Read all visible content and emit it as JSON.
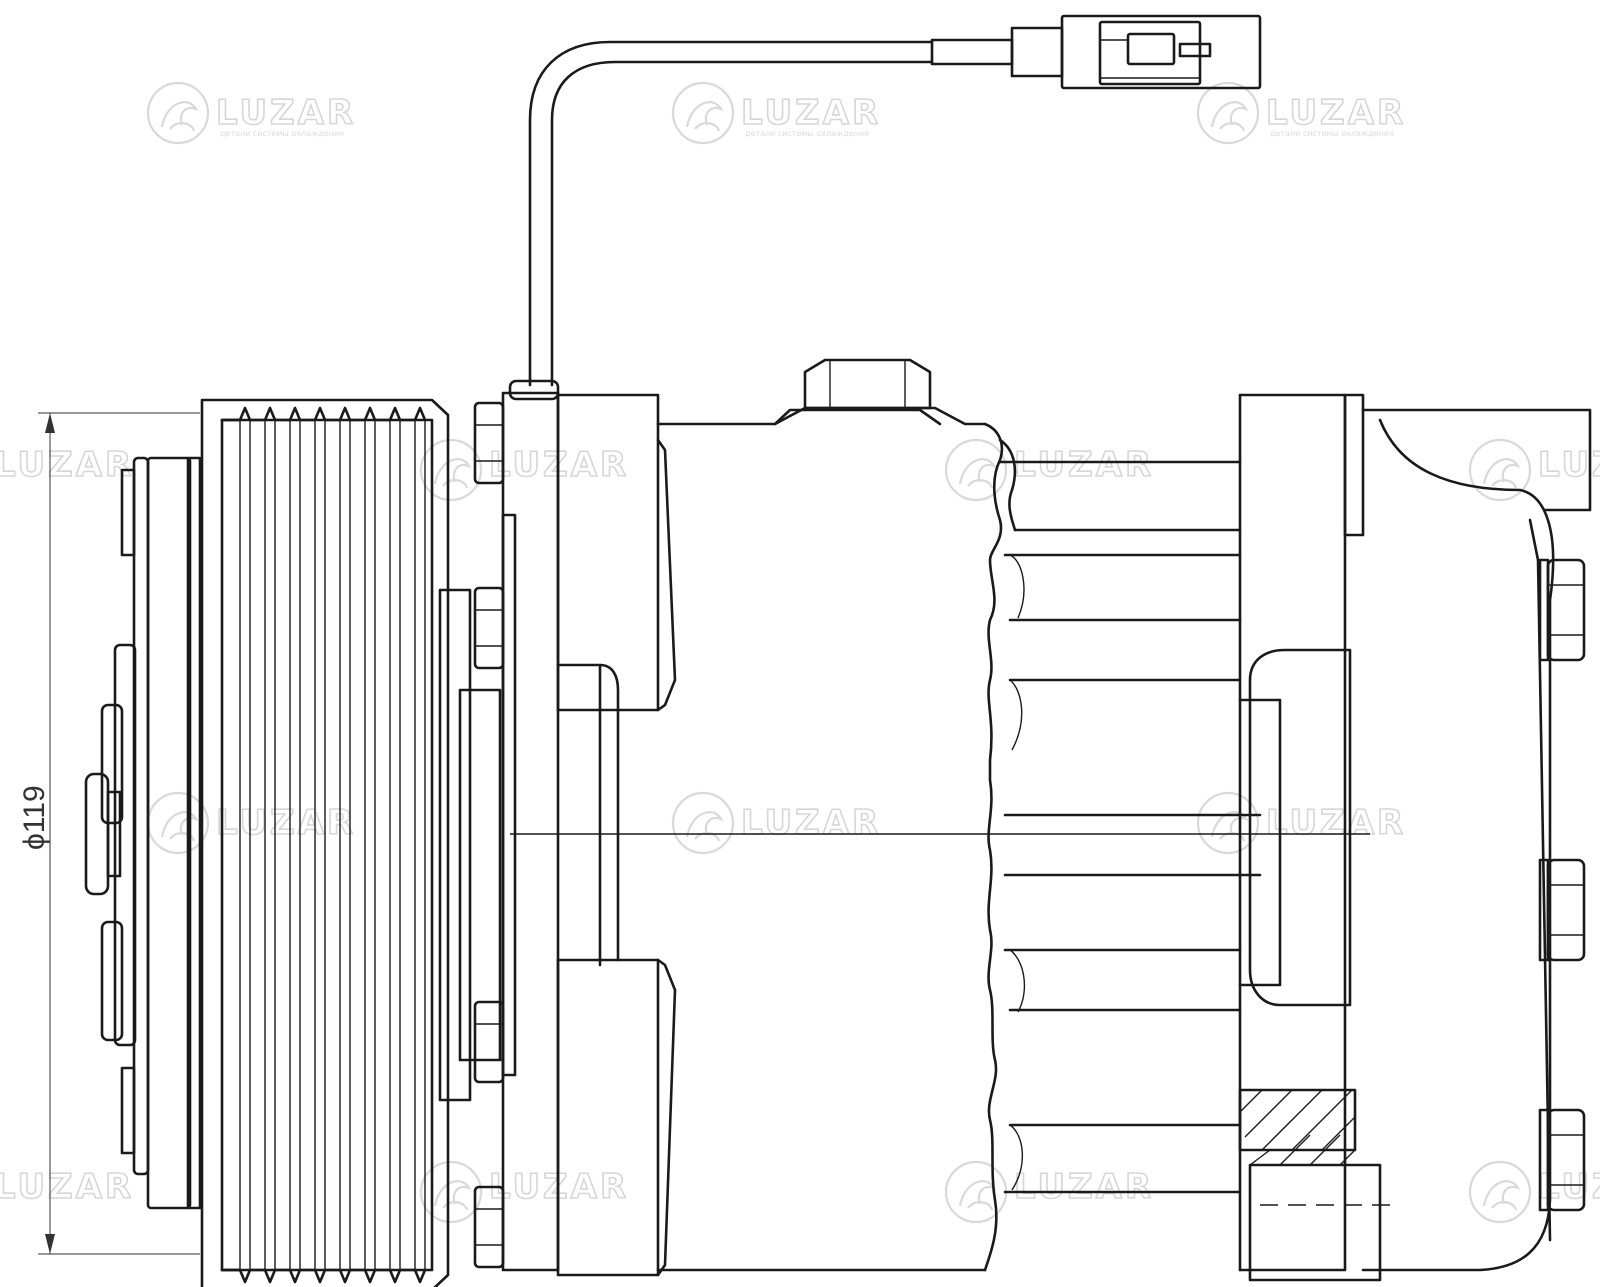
{
  "drawing": {
    "dimension_label": "ϕ119"
  },
  "watermark": {
    "brand": "LUZAR",
    "tagline": "детали системы охлаждения",
    "color": "#d9d9d9"
  },
  "line_color": "#1a1a1a"
}
